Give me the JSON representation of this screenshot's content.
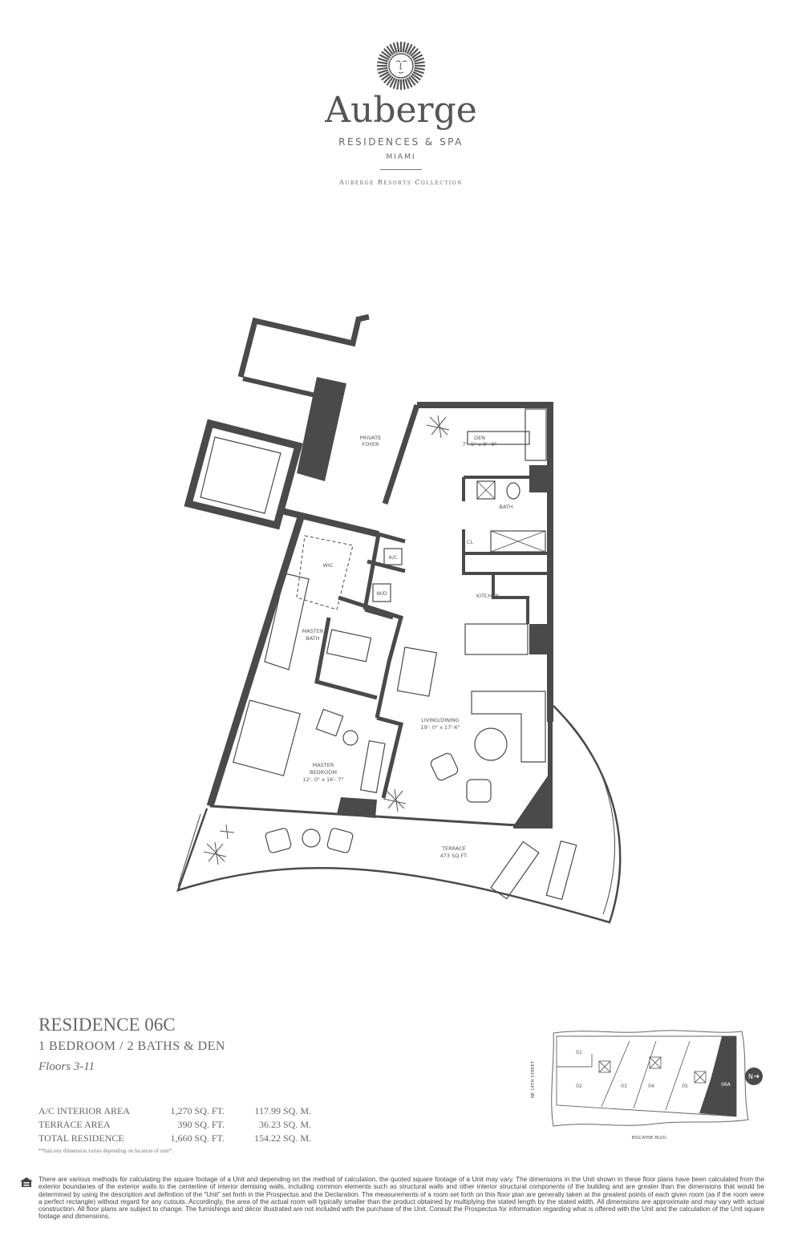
{
  "brand": {
    "name": "Auberge",
    "subtitle": "RESIDENCES & SPA",
    "city": "MIAMI",
    "collection": "Auberge Resorts Collection",
    "logo_icon": "sun-face-icon"
  },
  "floorplan": {
    "rooms": {
      "private_foyer": [
        "PRIVATE",
        "FOYER"
      ],
      "den": {
        "name": "DEN",
        "dims": "7'- 5\" x 8'- 8\""
      },
      "bath": "BATH",
      "closet": "CL",
      "ac": "A/C",
      "wd": "W/D",
      "wic": "WIC",
      "kitchen": "KITCHEN",
      "master_bath": [
        "MASTER",
        "BATH"
      ],
      "living_dining": {
        "name": "LIVING/DINING",
        "dims": "19'- 0\" x 17'-6\""
      },
      "master_bedroom": {
        "name": [
          "MASTER",
          "BEDROOM"
        ],
        "dims": "12'- 0\" x 16'- 7\""
      },
      "terrace": {
        "name": "TERRACE",
        "area": "473 SQ.FT."
      }
    }
  },
  "residence": {
    "title": "RESIDENCE 06C",
    "subtitle": "1 BEDROOM / 2 BATHS & DEN",
    "floors": "Floors 3-11",
    "areas": [
      {
        "label": "A/C INTERIOR AREA",
        "sqft": "1,270 SQ. FT.",
        "sqm": "117.99 SQ. M."
      },
      {
        "label": "TERRACE AREA",
        "sqft": "390 SQ. FT.",
        "sqm": "36.23 SQ. M."
      },
      {
        "label": "TOTAL RESIDENCE",
        "sqft": "1,660 SQ. FT.",
        "sqm": "154.22 SQ. M."
      }
    ],
    "footnote": "**balcony dimension varies depending on location of unit*."
  },
  "keyplan": {
    "units": [
      "01",
      "02",
      "03",
      "04",
      "05",
      "06A"
    ],
    "highlighted": "06A",
    "street_left": "NE 14TH STREET",
    "street_bottom": "BISCAYNE BLVD.",
    "north": "N",
    "highlight_color": "#4a4a4a"
  },
  "disclaimer": "There are various methods for calculating the square footage of a Unit and depending on the method of calculation, the quoted square footage of a Unit may vary.  The dimensions in the Unit shown in these floor plans have been calculated from the exterior boundaries of the exterior walls to the centerline of interior demising walls, including common elements such as structural walls and other interior structural components of the building and are greater than the dimensions that would be determined by using the description and definition of the \"Unit\" set forth in the Prospectus and the Declaration.  The measurements of a room set forth on this floor plan are generally taken at the greatest points of each given room (as if the room were a perfect rectangle) without regard for any cutouts.  Accordingly, the area of the actual room will typically smaller than the product obtained by multiplying the stated length by the stated width.  All dimensions are approximate and may vary with actual construction. All floor plans are subject to change.  The furnishings and décor illustrated are not included with the purchase of the Unit.  Consult the Prospectus for information regarding what is offered with the Unit and the calculation of the Unit square footage and dimensions.",
  "colors": {
    "wall": "#4a4a4a",
    "text": "#555555"
  }
}
